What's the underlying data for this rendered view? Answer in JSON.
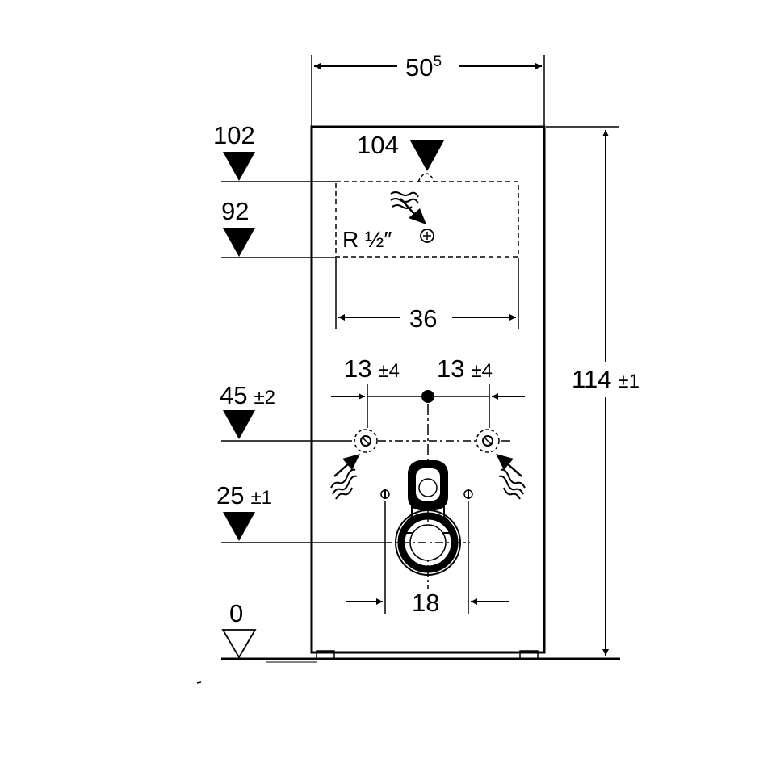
{
  "dimensions": {
    "width_main": "50",
    "width_sup": "5",
    "height_total_value": "114",
    "height_total_tol": "±1",
    "inner_width": "36",
    "outer_spacing": "18",
    "offset_left_value": "13",
    "offset_left_tol": "±4",
    "offset_right_value": "13",
    "offset_right_tol": "±4"
  },
  "levels": {
    "l102": "102",
    "l104": "104",
    "l92": "92",
    "l45_value": "45",
    "l45_tol": "±2",
    "l25_value": "25",
    "l25_tol": "±1",
    "l0": "0"
  },
  "connection": {
    "thread_label": "R ½″"
  },
  "colors": {
    "ink": "#000000",
    "paper": "#ffffff"
  }
}
